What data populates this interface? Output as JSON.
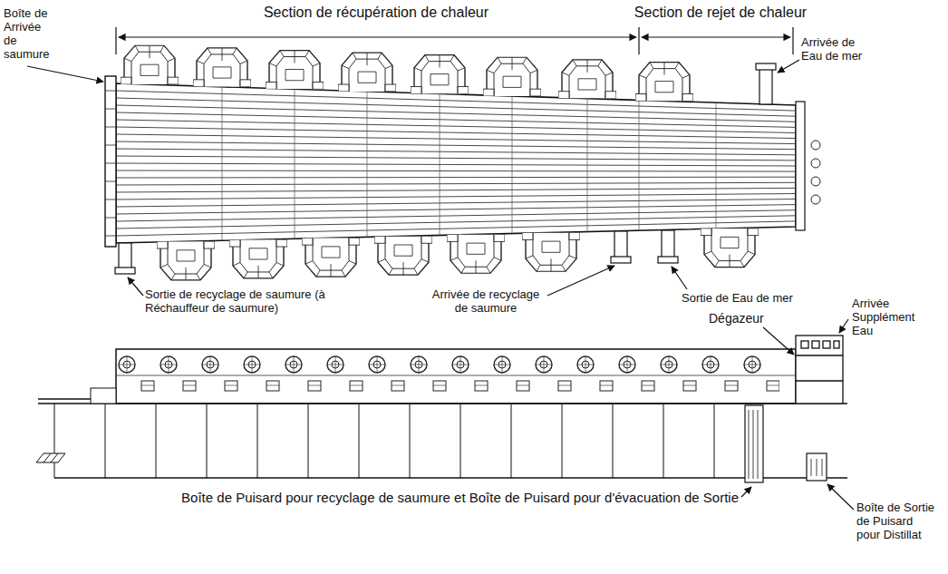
{
  "diagram": {
    "labels": [
      "Section de récupération de chaleur",
      "Section de rejet de chaleur",
      "Boîte de Arrivée de saumure",
      "Arrivée de Eau de mer",
      "Sortie de recyclage de saumure (à Réchauffeur de saumure)",
      "Arrivée de recyclage de saumure",
      "Sortie de Eau de mer",
      "Dégazeur",
      "Arrivée Supplément Eau",
      "Boîte de Puisard pour recyclage de saumure et Boîte de Puisard pour d'évacuation de Sortie",
      "Boîte de Sortie de Puisard pour Distillat"
    ]
  }
}
